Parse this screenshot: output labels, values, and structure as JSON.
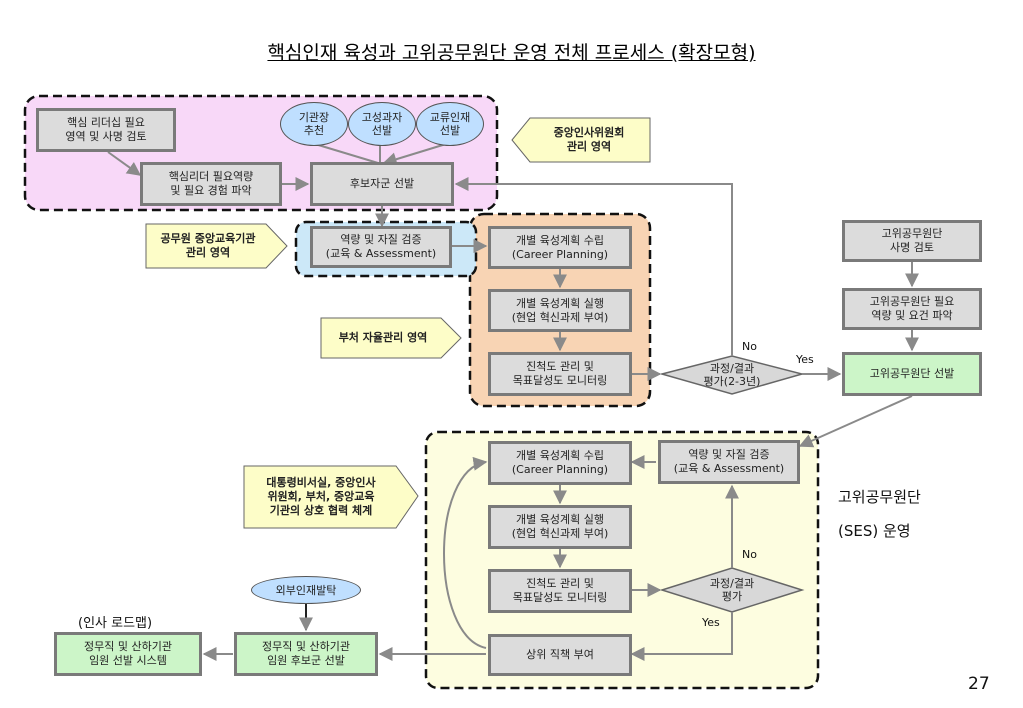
{
  "title": "핵심인재 육성과 고위공무원단 운영 전체 프로세스 (확장모형)",
  "page_number": "27",
  "colors": {
    "zone_central": "#f8d8f8",
    "zone_education": "#cce8f8",
    "zone_ministry": "#f8d4b4",
    "zone_ses": "#fdfde0",
    "box_gray": "#dcdcdc",
    "box_green": "#ccf5c8",
    "ellipse": "#bfdfff",
    "callout": "#fdfdc8"
  },
  "ellipses": {
    "e1": "기관장\n추천",
    "e2": "고성과자\n선발",
    "e3": "교류인재\n선발",
    "e4": "외부인재발탁"
  },
  "boxes": {
    "core_area": "핵심 리더십 필요\n영역 및 사명 검토",
    "core_competency": "핵심리더 필요역량\n및 필요 경험 파악",
    "candidate_pool": "후보자군 선발",
    "competency_check1": "역량 및 자질 검증\n(교육 & Assessment)",
    "dev_plan1": "개별 육성계획 수립\n(Career Planning)",
    "dev_exec1": "개별 육성계획 실행\n(현업 혁신과제 부여)",
    "monitor1": "진척도 관리 및\n목표달성도 모니터링",
    "ses_mission": "고위공무원단\n사명 검토",
    "ses_competency": "고위공무원단 필요\n역량 및 요건 파악",
    "ses_select": "고위공무원단 선발",
    "competency_check2": "역량 및 자질 검증\n(교육 & Assessment)",
    "dev_plan2": "개별 육성계획 수립\n(Career Planning)",
    "dev_exec2": "개별 육성계획 실행\n(현업 혁신과제 부여)",
    "monitor2": "진척도 관리 및\n목표달성도 모니터링",
    "promotion": "상위 직책 부여",
    "exec_candidate": "정무직 및 산하기관\n임원 후보군 선발",
    "exec_system": "정무직 및 산하기관\n임원 선발 시스템"
  },
  "diamonds": {
    "eval1": "과정/결과\n평가(2-3년)",
    "eval2": "과정/결과\n평가"
  },
  "callouts": {
    "central": "중앙인사위원회\n관리 영역",
    "education": "공무원 중앙교육기관\n관리 영역",
    "ministry": "부처 자율관리 영역",
    "cooperation": "대통령비서실, 중앙인사\n위원회, 부처, 중앙교육\n기관의 상호 협력 체계"
  },
  "labels": {
    "no1": "No",
    "yes1": "Yes",
    "no2": "No",
    "yes2": "Yes",
    "ses_op_line1": "고위공무원단",
    "ses_op_line2": "(SES) 운영",
    "roadmap": "(인사 로드맵)"
  }
}
